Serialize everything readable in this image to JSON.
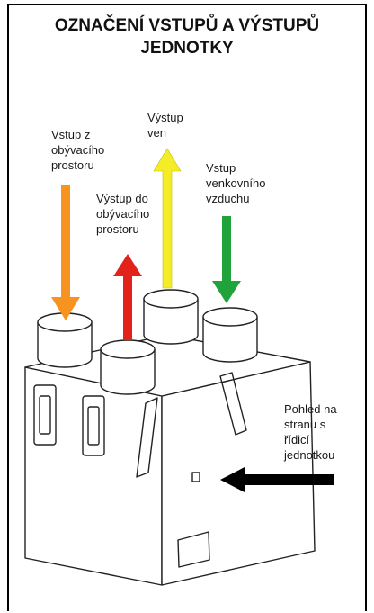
{
  "title": {
    "line1": "OZNAČENÍ VSTUPŮ A VÝSTUPŮ",
    "line2": "JEDNOTKY"
  },
  "labels": {
    "inlet_living": [
      "Vstup z",
      "obývacího",
      "prostoru"
    ],
    "outlet_living": [
      "Výstup do",
      "obývacího",
      "prostoru"
    ],
    "outlet_out": [
      "Výstup",
      "ven"
    ],
    "inlet_outdoor": [
      "Vstup",
      "venkovního",
      "vzduchu"
    ],
    "side_view": [
      "Pohled na",
      "stranu s",
      "řídicí",
      "jednotkou"
    ]
  },
  "colors": {
    "orange": "#f7931e",
    "red": "#e3231b",
    "yellow": "#f4ec27",
    "green": "#1fa33a",
    "black": "#000000"
  }
}
